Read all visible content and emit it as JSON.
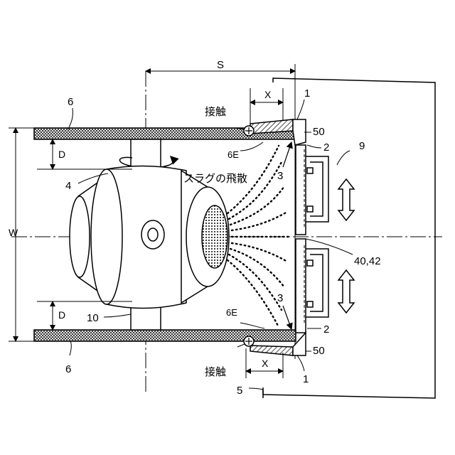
{
  "labels": {
    "s": "S",
    "x_top": "X",
    "x_bottom": "X",
    "w": "W",
    "d_top": "D",
    "d_bottom": "D",
    "ref_1_top": "1",
    "ref_1_bottom": "1",
    "ref_2_top": "2",
    "ref_2_bottom": "2",
    "ref_3_top": "3",
    "ref_3_bottom": "3",
    "ref_4": "4",
    "ref_5": "5",
    "ref_6_top": "6",
    "ref_6_bottom": "6",
    "ref_6e_top": "6E",
    "ref_6e_bottom": "6E",
    "ref_9": "9",
    "ref_10": "10",
    "ref_40_42": "40,42",
    "ref_50_top": "50",
    "ref_50_bottom": "50",
    "contact_top": "接触",
    "contact_bottom": "接触",
    "slag_scatter": "スラグの飛散"
  }
}
